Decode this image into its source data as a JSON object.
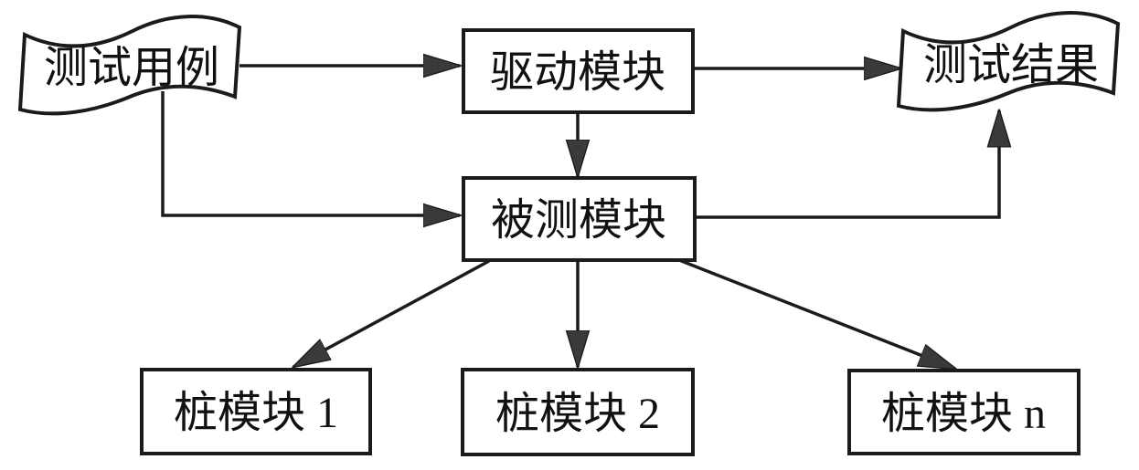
{
  "diagram": {
    "background": "#ffffff",
    "stroke_color": "#1b1b1b",
    "arrowhead_color": "#3a3a3a",
    "text_color": "#111111",
    "nodes": {
      "test_case": {
        "label": "测试用例",
        "shape": "document-tape"
      },
      "driver_module": {
        "label": "驱动模块",
        "shape": "rectangle"
      },
      "test_result": {
        "label": "测试结果",
        "shape": "document-tape"
      },
      "module_under_test": {
        "label": "被测模块",
        "shape": "rectangle"
      },
      "stub_module_1": {
        "label": "桩模块 1",
        "shape": "rectangle"
      },
      "stub_module_2": {
        "label": "桩模块 2",
        "shape": "rectangle"
      },
      "stub_module_n": {
        "label": "桩模块 n",
        "shape": "rectangle"
      }
    },
    "edges": [
      {
        "from": "test_case",
        "to": "driver_module",
        "style": "straight"
      },
      {
        "from": "driver_module",
        "to": "test_result",
        "style": "straight"
      },
      {
        "from": "driver_module",
        "to": "module_under_test",
        "style": "straight"
      },
      {
        "from": "test_case",
        "to": "module_under_test",
        "style": "elbow"
      },
      {
        "from": "module_under_test",
        "to": "test_result",
        "style": "elbow"
      },
      {
        "from": "module_under_test",
        "to": "stub_module_1",
        "style": "diagonal"
      },
      {
        "from": "module_under_test",
        "to": "stub_module_2",
        "style": "straight"
      },
      {
        "from": "module_under_test",
        "to": "stub_module_n",
        "style": "diagonal"
      }
    ]
  }
}
